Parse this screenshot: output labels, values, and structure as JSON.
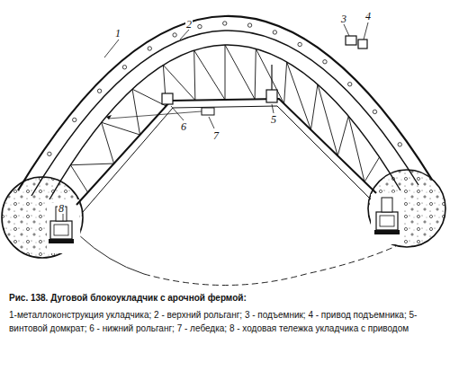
{
  "diagram": {
    "caption": "Рис. 138. Дуговой блокоукладчик с арочной фермой:",
    "labels": [
      "1",
      "2",
      "3",
      "4",
      "5",
      "6",
      "7",
      "8",
      "1-металлоконструкция укладчика; 2 - верхний рольганг; 3 - подъемник; 4 - привод подъемника; 5-винтовой домкрат; 6 - нижний рольганг; 7 - лебедка; 8 - ходовая тележка укладчика с приводом"
    ]
  }
}
